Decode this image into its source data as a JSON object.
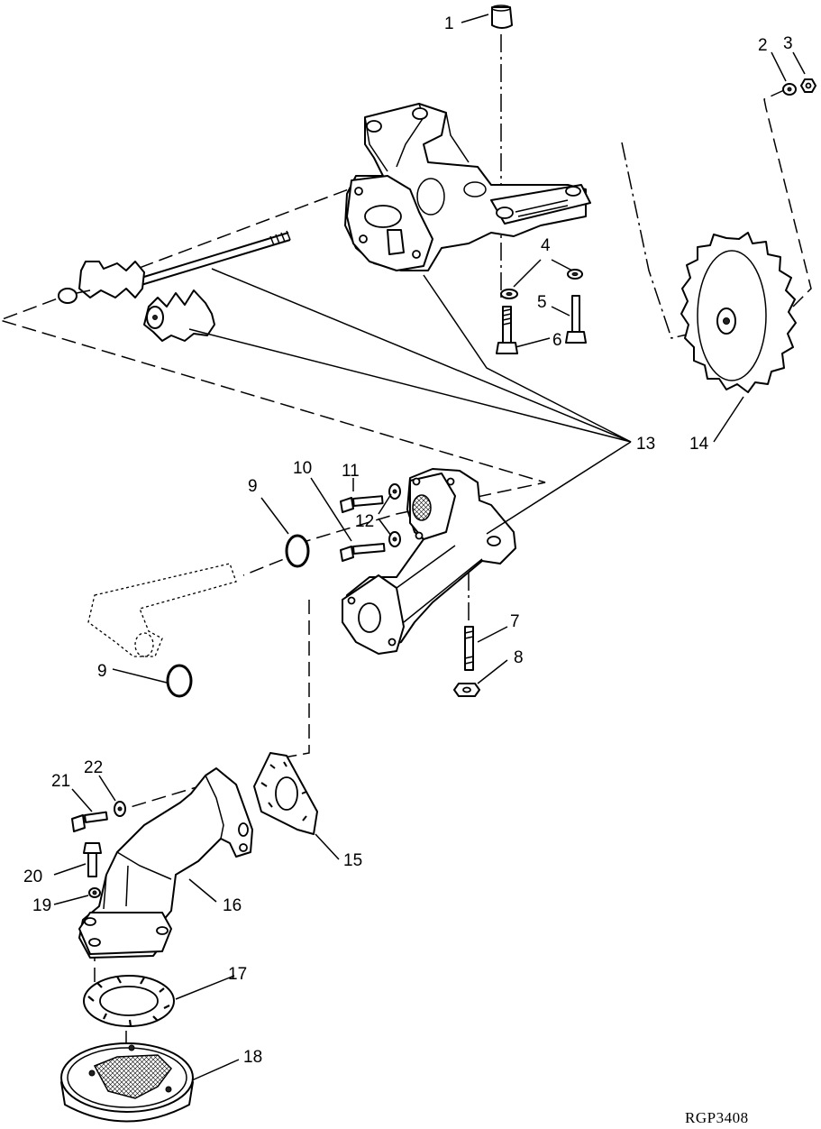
{
  "reference": "RGP3408",
  "callouts": {
    "c1": "1",
    "c2": "2",
    "c3": "3",
    "c4": "4",
    "c5": "5",
    "c6": "6",
    "c7": "7",
    "c8": "8",
    "c9a": "9",
    "c9b": "9",
    "c10": "10",
    "c11": "11",
    "c12": "12",
    "c13": "13",
    "c14": "14",
    "c15": "15",
    "c16": "16",
    "c17": "17",
    "c18": "18",
    "c19": "19",
    "c20": "20",
    "c21": "21",
    "c22": "22"
  }
}
